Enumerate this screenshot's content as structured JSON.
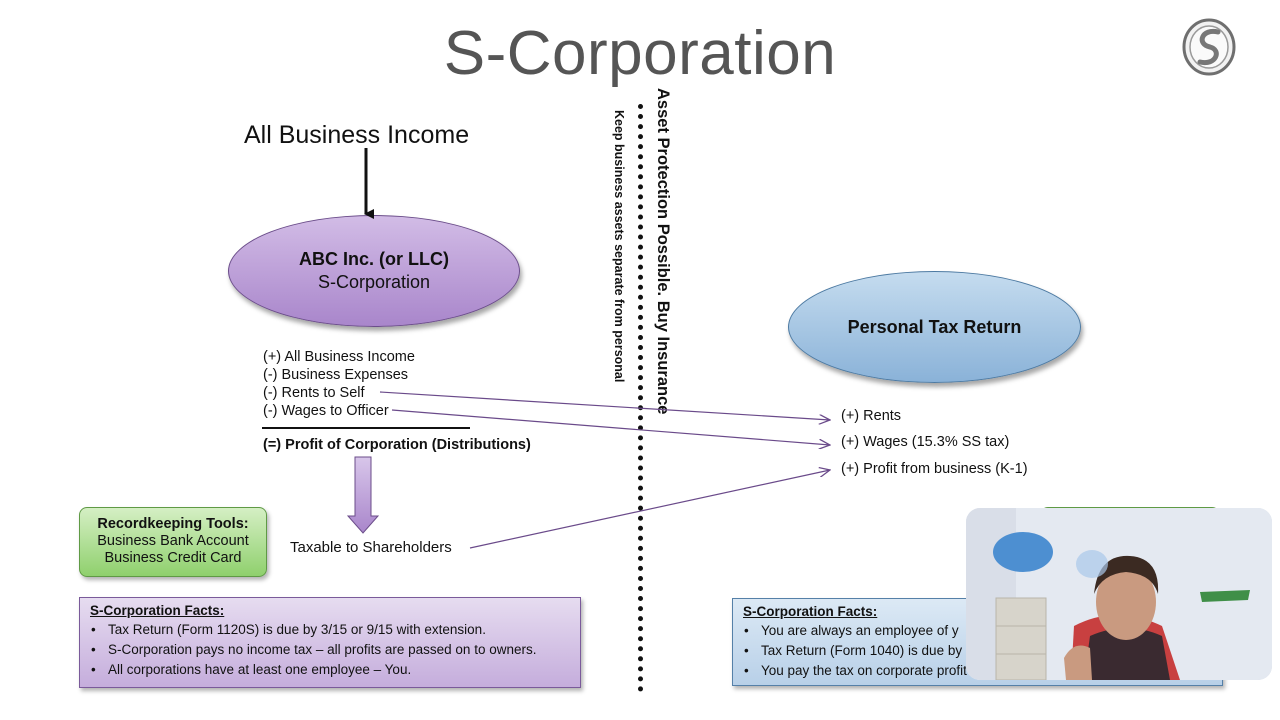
{
  "title": "S-Corporation",
  "logo_icon": "s-swirl-logo-icon",
  "income_heading": "All Business Income",
  "corporation": {
    "name": "ABC Inc. (or LLC)",
    "type": "S-Corporation"
  },
  "calculation": {
    "lines": [
      "(+) All Business Income",
      "(-) Business Expenses",
      "(-) Rents to Self",
      "(-) Wages to Officer"
    ],
    "result": "(=) Profit of Corporation (Distributions)"
  },
  "taxable_label": "Taxable to Shareholders",
  "divider_text": {
    "main": "Asset Protection Possible.  Buy Insurance",
    "sub": "Keep business assets separate from personal"
  },
  "personal": {
    "title": "Personal Tax Return",
    "lines": [
      "(+) Rents",
      "(+) Wages (15.3% SS tax)",
      "(+) Profit from business (K-1)"
    ]
  },
  "recordkeeping": {
    "title": "Recordkeeping Tools:",
    "items": [
      "Business Bank Account",
      "Business Credit Card"
    ]
  },
  "corp_facts": {
    "title": "S-Corporation Facts:",
    "items": [
      "Tax Return (Form 1120S) is due by 3/15 or 9/15 with extension.",
      "S-Corporation pays no income tax – all profits are passed on to owners.",
      "All corporations have at least one employee – You."
    ]
  },
  "personal_facts": {
    "title": "S-Corporation Facts:",
    "items": [
      "You are always an employee of y",
      "Tax Return (Form 1040) is due by",
      "You pay the tax on corporate profit"
    ]
  },
  "colors": {
    "title": "#555555",
    "corp_oval": "#a986cb",
    "personal_oval": "#8ab2d8",
    "recordkeeping_box": "#8fd06d",
    "connector": "#6a4a8a"
  }
}
